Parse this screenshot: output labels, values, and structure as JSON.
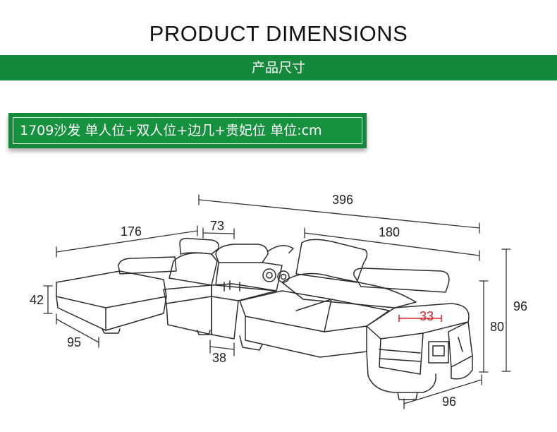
{
  "header": {
    "title": "PRODUCT DIMENSIONS",
    "subtitle": "产品尺寸"
  },
  "spec": {
    "text": "1709沙发 单人位+双人位+边几+贵妃位 单位:cm"
  },
  "dimensions": {
    "total_length": "396",
    "chaise_length": "176",
    "console_width": "73",
    "double_seat_length": "180",
    "seat_height": "42",
    "chaise_width": "95",
    "console_depth": "38",
    "armrest_height": "80",
    "back_height": "96",
    "seat_depth": "96",
    "arm_width": "33"
  },
  "colors": {
    "accent_green": "#15893a",
    "highlight_red": "#d8202a"
  }
}
